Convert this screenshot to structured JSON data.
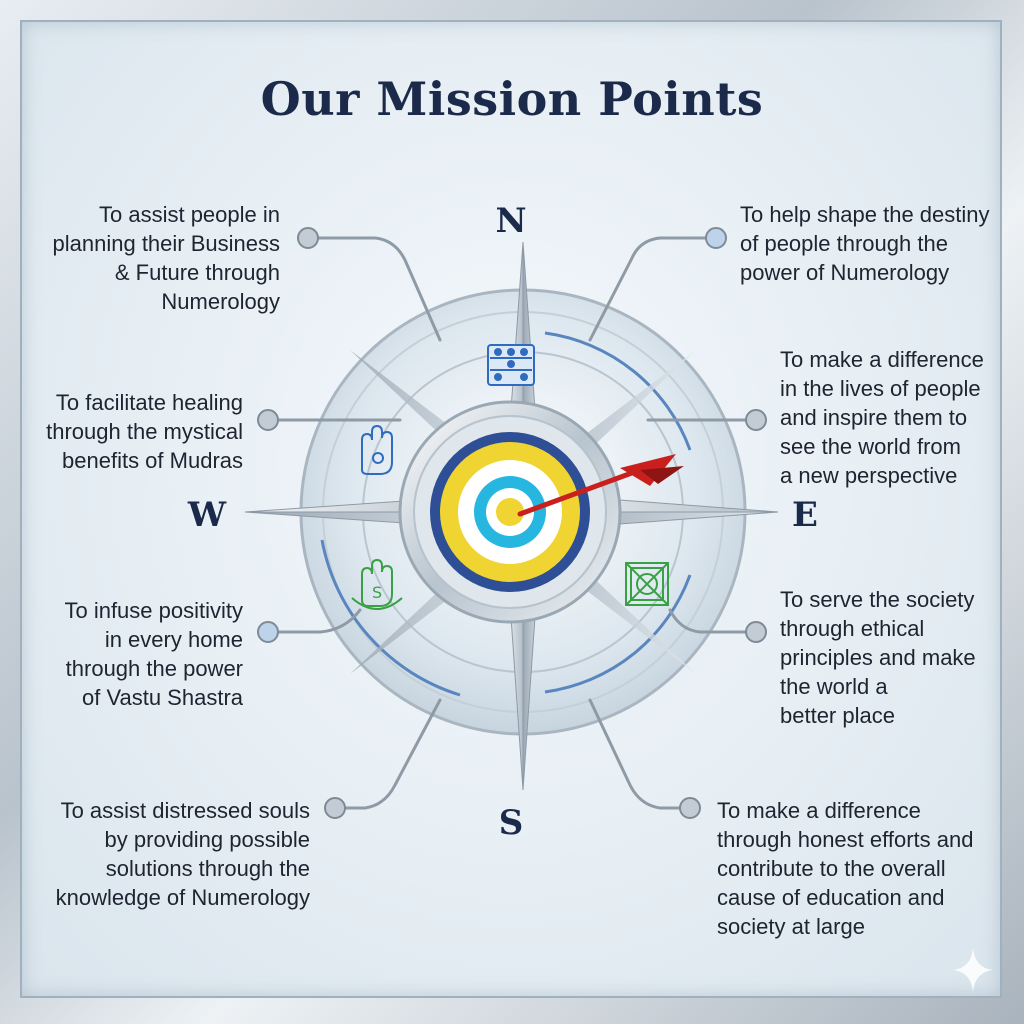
{
  "title": "Our Mission Points",
  "directions": {
    "north": "N",
    "south": "S",
    "east": "E",
    "west": "W"
  },
  "points": {
    "top_left": "To assist people in\nplanning their Business\n& Future through\nNumerology",
    "top_right": "To help shape the destiny\nof people through the\npower of Numerology",
    "mid_left": "To facilitate healing\nthrough the mystical\nbenefits of Mudras",
    "mid_right": "To make a difference\nin the lives of people\nand inspire them to\nsee the world from\na new perspective",
    "low_left": "To infuse positivity\nin every home\nthrough the power\nof Vastu Shastra",
    "low_right": "To serve the society\nthrough ethical\nprinciples and make\nthe world a\nbetter place",
    "bottom_left": "To assist distressed souls\nby providing possible\nsolutions through the\nknowledge of Numerology",
    "bottom_right": "To make a difference\nthrough honest efforts and\ncontribute to the overall\ncause of education and\nsociety at large"
  },
  "icons": {
    "abacus": "abacus-icon",
    "mudra_hand": "mudra-hand-icon",
    "vastu_hand": "vastu-hand-icon",
    "vastu_grid": "vastu-grid-icon",
    "target": "target-icon",
    "arrow": "arrow-icon"
  },
  "colors": {
    "title": "#1b2a4a",
    "target_blue": "#2e4e95",
    "target_yellow": "#f0d432",
    "target_cyan": "#27b6e0",
    "arrow_red": "#c9201e",
    "icon_blue": "#2f6bc0",
    "icon_green": "#3aa046"
  }
}
